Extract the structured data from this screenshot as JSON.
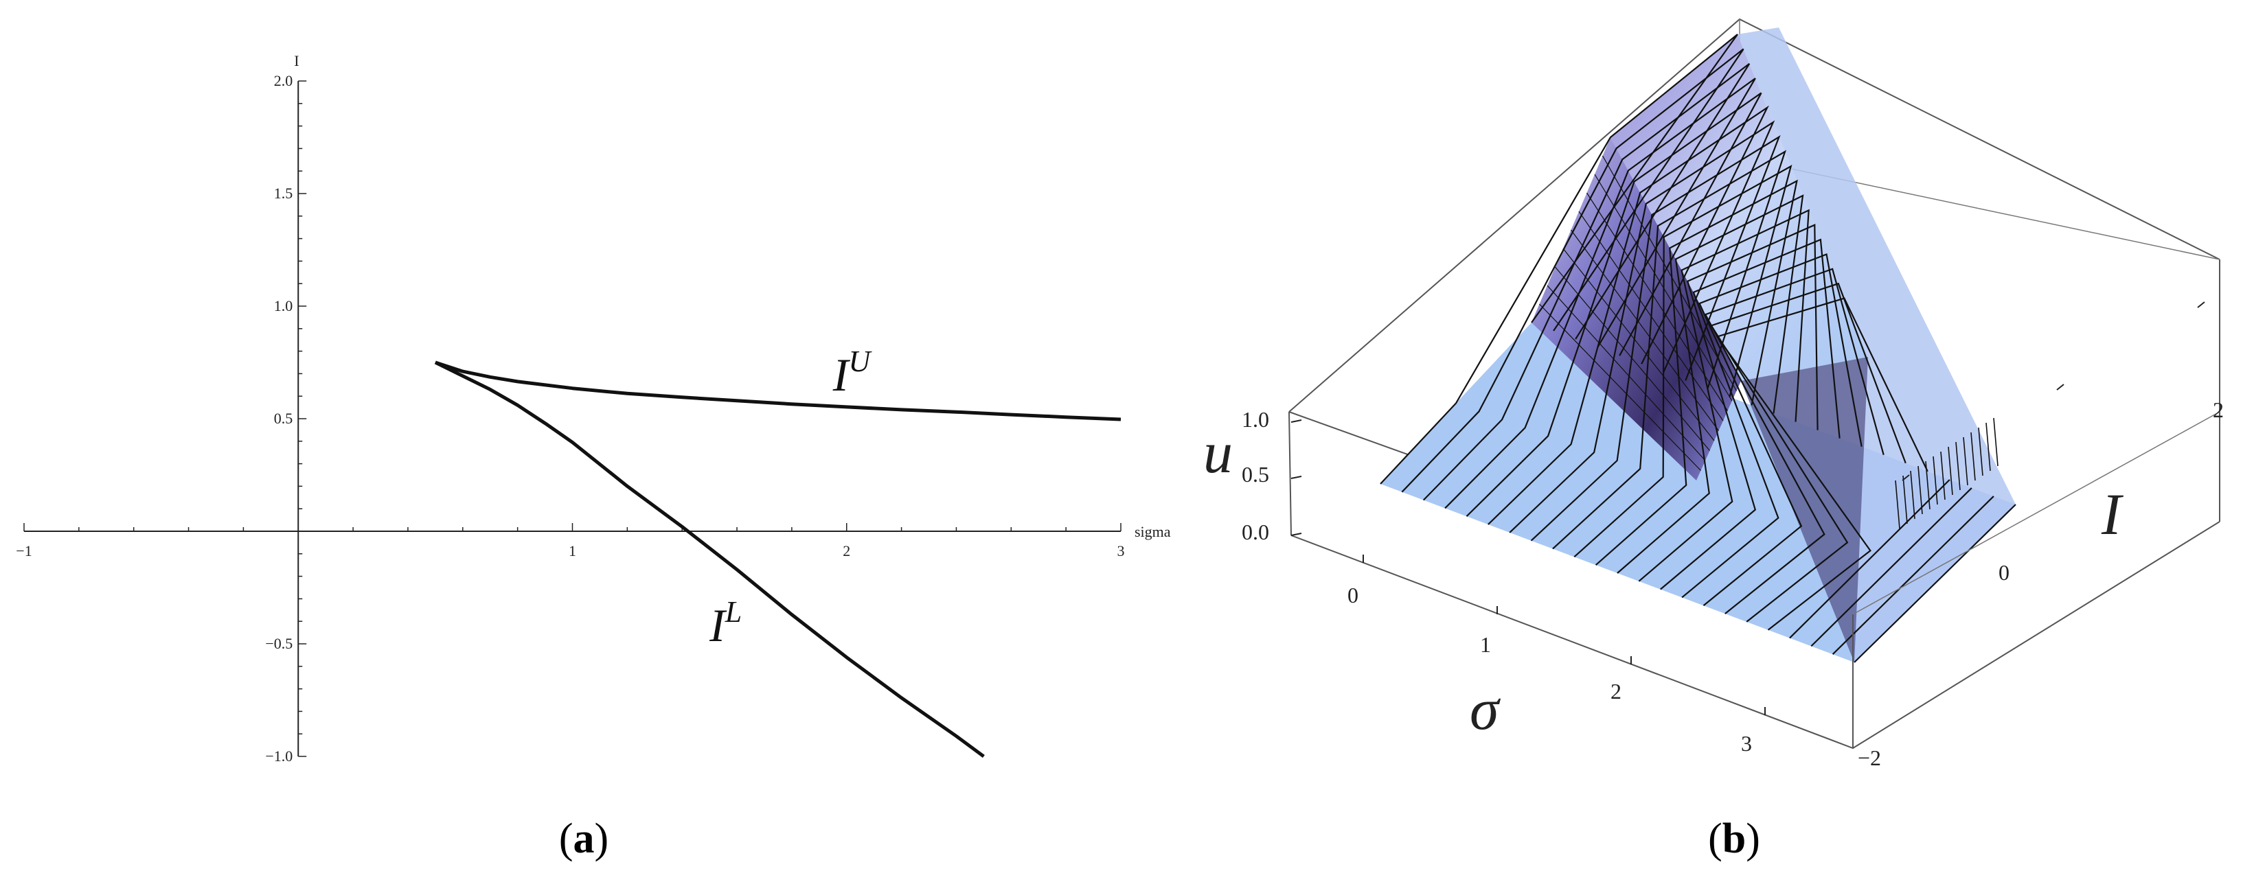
{
  "chart_data": [
    {
      "type": "line",
      "panel": "a",
      "caption_open": "(",
      "caption_letter": "a",
      "caption_close": ")",
      "xlabel": "sigma",
      "ylabel": "I",
      "xlim": [
        -1,
        3
      ],
      "ylim": [
        -1,
        2
      ],
      "x_ticks": [
        {
          "value": -1,
          "label": "−1"
        },
        {
          "value": 1,
          "label": "1"
        },
        {
          "value": 2,
          "label": "2"
        },
        {
          "value": 3,
          "label": "3"
        }
      ],
      "y_ticks": [
        {
          "value": 2.0,
          "label": "2.0"
        },
        {
          "value": 1.5,
          "label": "1.5"
        },
        {
          "value": 1.0,
          "label": "1.0"
        },
        {
          "value": 0.5,
          "label": "0.5"
        },
        {
          "value": -0.5,
          "label": "−0.5"
        },
        {
          "value": -1.0,
          "label": "−1.0"
        }
      ],
      "grid": false,
      "series": [
        {
          "name": "I^U",
          "label_base": "I",
          "label_sup": "U",
          "points": [
            [
              0.5,
              0.75
            ],
            [
              0.6,
              0.71
            ],
            [
              0.7,
              0.685
            ],
            [
              0.8,
              0.665
            ],
            [
              1.0,
              0.635
            ],
            [
              1.2,
              0.612
            ],
            [
              1.4,
              0.595
            ],
            [
              1.6,
              0.58
            ],
            [
              1.8,
              0.565
            ],
            [
              2.0,
              0.552
            ],
            [
              2.2,
              0.54
            ],
            [
              2.4,
              0.53
            ],
            [
              2.6,
              0.518
            ],
            [
              2.8,
              0.507
            ],
            [
              3.0,
              0.497
            ]
          ]
        },
        {
          "name": "I^L",
          "label_base": "I",
          "label_sup": "L",
          "points": [
            [
              0.5,
              0.75
            ],
            [
              0.6,
              0.69
            ],
            [
              0.7,
              0.63
            ],
            [
              0.8,
              0.56
            ],
            [
              0.9,
              0.48
            ],
            [
              1.0,
              0.395
            ],
            [
              1.2,
              0.2
            ],
            [
              1.4,
              0.02
            ],
            [
              1.6,
              -0.17
            ],
            [
              1.8,
              -0.37
            ],
            [
              2.0,
              -0.56
            ],
            [
              2.2,
              -0.74
            ],
            [
              2.4,
              -0.91
            ],
            [
              2.5,
              -1.0
            ]
          ]
        }
      ]
    },
    {
      "type": "surface3d",
      "panel": "b",
      "caption_open": "(",
      "caption_letter": "b",
      "caption_close": ")",
      "xlabel": "σ",
      "ylabel": "I",
      "zlabel": "u",
      "x_ticks": [
        "0",
        "1",
        "2",
        "3"
      ],
      "y_ticks": [
        "−2",
        "0",
        "2"
      ],
      "z_ticks": [
        "0.0",
        "0.5",
        "1.0"
      ],
      "colors": {
        "surface_light": "#a9c8f4",
        "surface_mid": "#8fa0e8",
        "surface_dark": "#3a2f6a",
        "mesh": "#111111",
        "box": "#555555"
      }
    }
  ]
}
